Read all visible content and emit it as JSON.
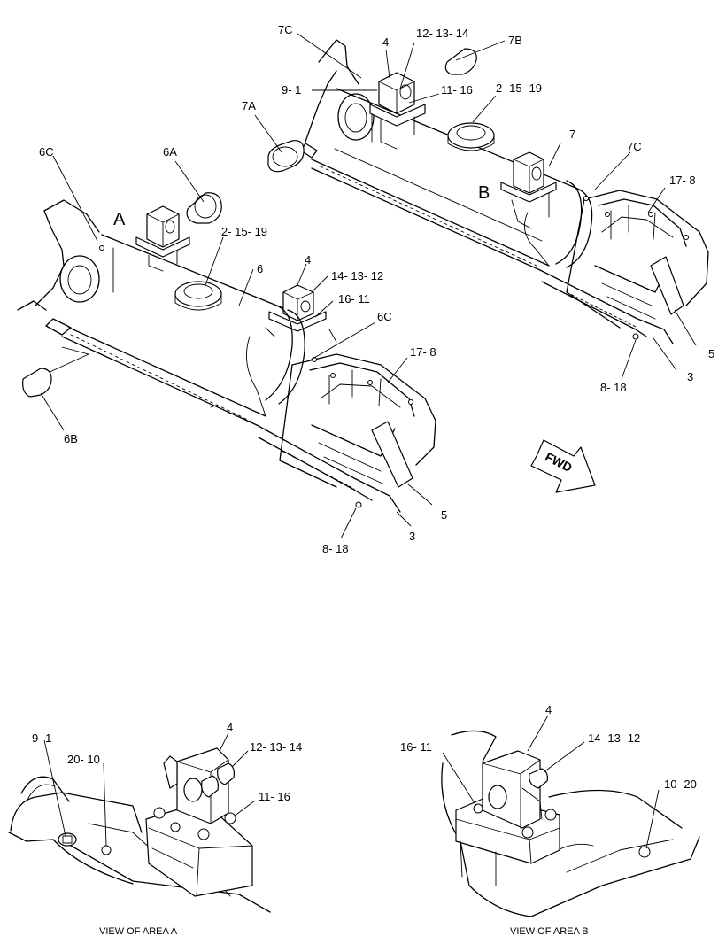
{
  "callouts": {
    "beam_b": {
      "p7C_top": "7C",
      "p4": "4",
      "p12_13_14": "12- 13- 14",
      "p7B": "7B",
      "p9_1": "9- 1",
      "p11_16": "11- 16",
      "p2_15_19": "2- 15- 19",
      "p7A": "7A",
      "p7": "7",
      "p7C_right": "7C",
      "area": "B",
      "p17_8": "17- 8",
      "p5": "5",
      "p3": "3",
      "p8_18": "8- 18"
    },
    "beam_a": {
      "p6C_left": "6C",
      "p6A": "6A",
      "area": "A",
      "p2_15_19": "2- 15- 19",
      "p6": "6",
      "p4": "4",
      "p14_13_12": "14- 13- 12",
      "p16_11": "16- 11",
      "p6C_right": "6C",
      "p17_8": "17- 8",
      "p6B": "6B",
      "p5": "5",
      "p3": "3",
      "p8_18": "8- 18"
    },
    "fwd": "FWD",
    "view_a": {
      "p9_1": "9- 1",
      "p20_10": "20- 10",
      "p4": "4",
      "p12_13_14": "12- 13- 14",
      "p11_16": "11- 16",
      "caption": "VIEW OF AREA  A"
    },
    "view_b": {
      "p4": "4",
      "p16_11": "16- 11",
      "p14_13_12": "14- 13- 12",
      "p10_20": "10- 20",
      "caption": "VIEW OF AREA  B"
    }
  }
}
